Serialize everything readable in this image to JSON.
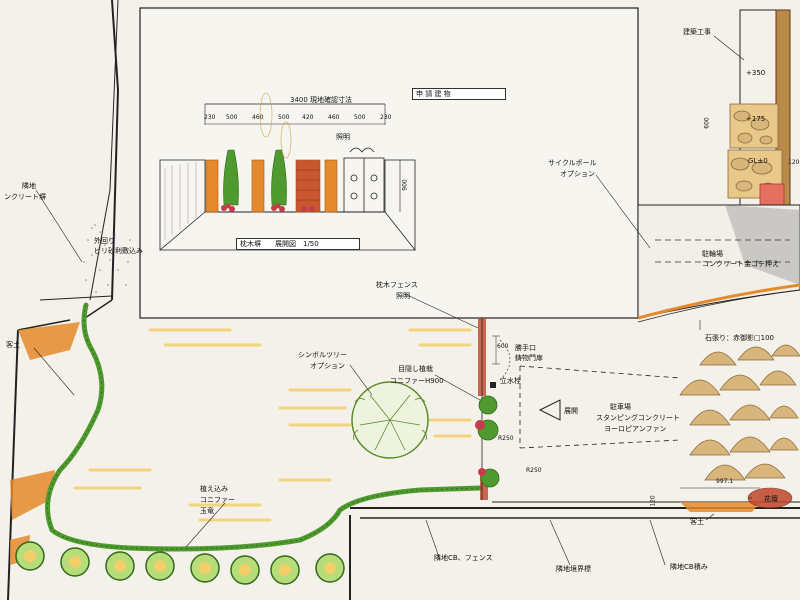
{
  "labels": {
    "architecture_work": "建築工事",
    "level_plus_350": "+350",
    "level_plus_175": "+175",
    "level_gl0": "GL±0",
    "dim_600_right": "600",
    "dim_120_right": "120",
    "building": "申 請 建 物",
    "cycle_pole": "サイクルポール",
    "cycle_pole_option": "オプション",
    "parking_top_1": "駐輪場",
    "parking_top_2": "コンクリート金ゴテ押え",
    "stone_edging": "石張り：赤御影□100",
    "neighbor_left_1": "隣地",
    "neighbor_left_2": "ンクリート塀",
    "outer_gravel_1": "外回り",
    "outer_gravel_2": "ビリ砂利敷込み",
    "mound_left": "客土",
    "fence_total": "3400 現地確認寸法",
    "fence_seg": [
      "230",
      "500",
      "460",
      "500",
      "420",
      "460",
      "500",
      "230"
    ],
    "light": "照明",
    "fence_height": "900",
    "elevation_title": "枕木塀　　展開図　1/50",
    "sleeper_fence": "枕木フェンス",
    "sleeper_fence_light": "照明",
    "symbol_tree": "シンボルツリー",
    "symbol_tree_option": "オプション",
    "screen_planting_1": "目隠し植栽",
    "screen_planting_2": "コニファーH900",
    "dim_600_gate": "600",
    "side_gate_1": "勝手口",
    "side_gate_2": "鋳物門扉",
    "faucet": "立水栓",
    "r250_top": "R250",
    "r250_bottom": "R250",
    "elevation_marker": "展開",
    "parking_main_1": "駐車場",
    "parking_main_2": "スタンピングコンクリート",
    "parking_main_3": "ヨーロピアンファン",
    "dim_997": "997.1",
    "dim_120_bottom": "120",
    "flower_bed": "花壇",
    "mound_right": "客土",
    "planting_1": "植え込み",
    "planting_2": "コニファー",
    "planting_3": "玉竜",
    "boundary_cb_fence": "隣地CB、フェンス",
    "boundary_stone": "隣地境界標",
    "boundary_cb_wall": "隣地CB積み"
  },
  "colors": {
    "ink": "#222222",
    "orange": "#e58a2c",
    "green": "#4f9a2e",
    "yellow": "#f3cf6b",
    "brick": "#c0452a",
    "stone": "#d8b57a",
    "paper": "#f4f1ea"
  },
  "icons": [
    "arrow-icon",
    "tree-icon",
    "shrub-icon",
    "gate-icon",
    "faucet-icon"
  ]
}
